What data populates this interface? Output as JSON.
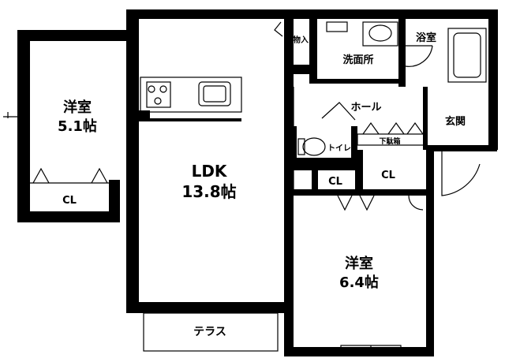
{
  "rooms": {
    "western_left": {
      "name": "洋室",
      "size": "5.1帖"
    },
    "ldk": {
      "name": "LDK",
      "size": "13.8帖"
    },
    "western_right": {
      "name": "洋室",
      "size": "6.4帖"
    },
    "closet_left": "CL",
    "closet_small": "CL",
    "closet_right": "CL",
    "storage": "物入",
    "washroom": "洗面所",
    "bathroom": "浴室",
    "hall": "ホール",
    "shoe_cabinet": "下駄箱",
    "toilet": "トイレ",
    "entrance": "玄関",
    "terrace": "テラス"
  }
}
